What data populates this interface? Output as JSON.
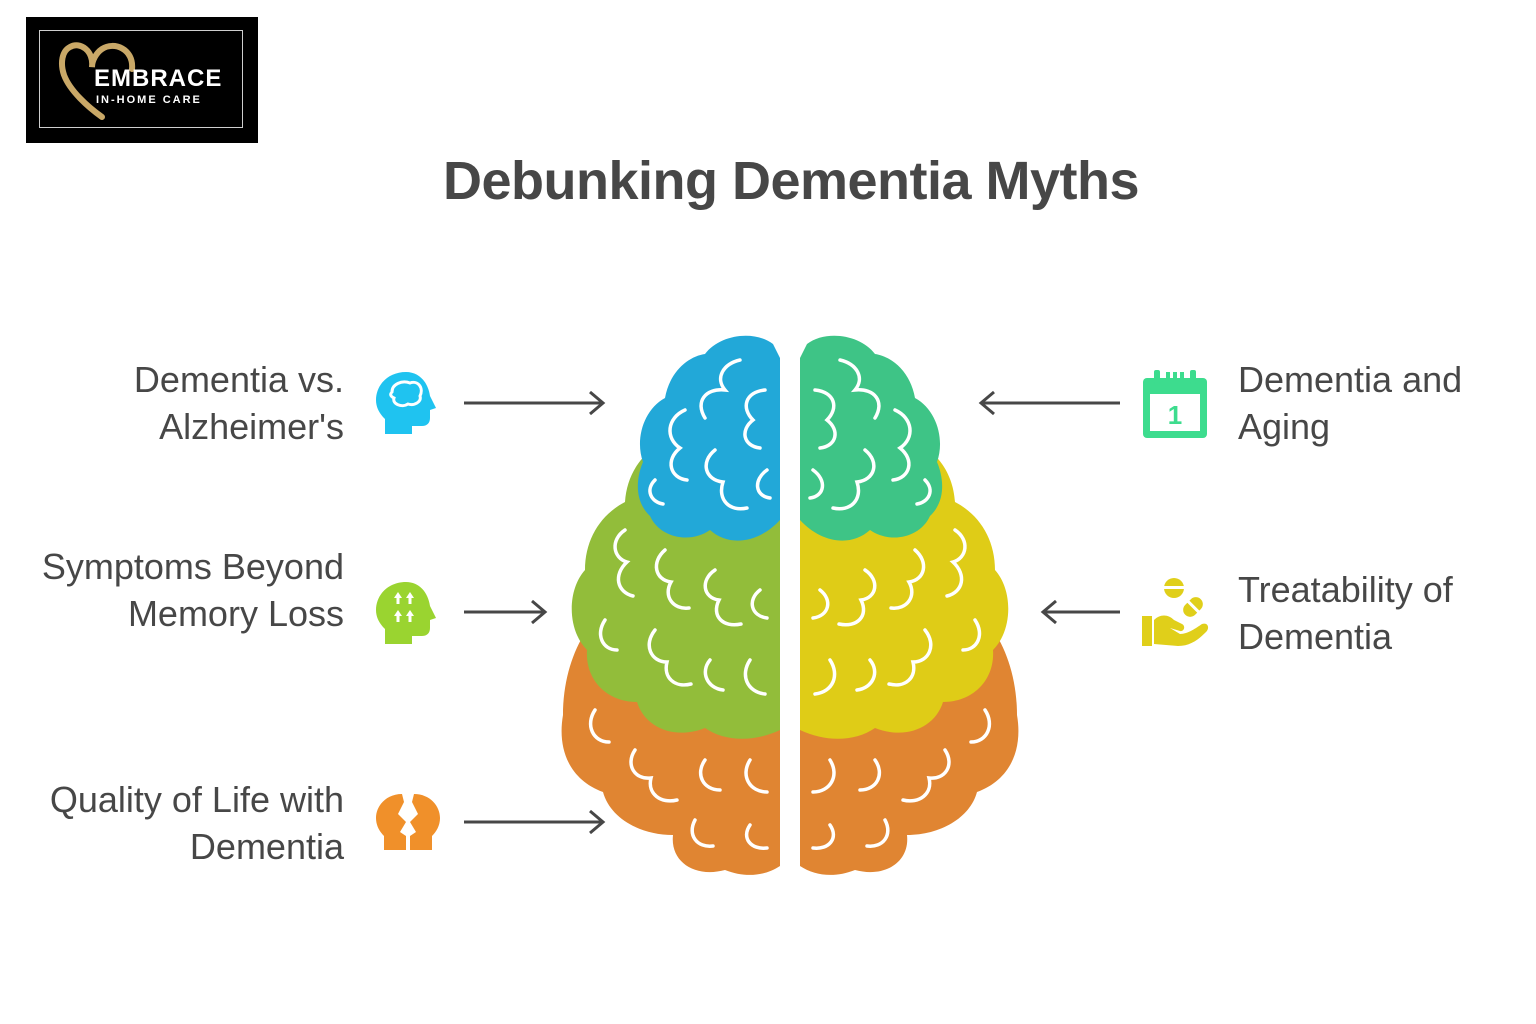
{
  "logo": {
    "name": "EMBRACE",
    "tagline": "IN-HOME CARE",
    "accent_color": "#c9a867"
  },
  "title": "Debunking Dementia Myths",
  "left_items": [
    {
      "label": "Dementia vs. Alzheimer's",
      "icon": "head-brain-icon",
      "color": "#1fc3f0"
    },
    {
      "label": "Symptoms Beyond Memory Loss",
      "icon": "head-arrows-icon",
      "color": "#9ad430"
    },
    {
      "label": "Quality of Life with Dementia",
      "icon": "two-faces-icon",
      "color": "#f0902a"
    }
  ],
  "right_items": [
    {
      "label": "Dementia and Aging",
      "icon": "calendar-icon",
      "color": "#3ddc8e"
    },
    {
      "label": "Treatability of Dementia",
      "icon": "hand-pill-icon",
      "color": "#e0cf1a"
    }
  ],
  "brain_colors": {
    "blue": "#22a8d8",
    "green_light": "#92bd3a",
    "orange": "#e08532",
    "green_teal": "#3ec486",
    "yellow": "#dfcc17"
  },
  "calendar_number": "1"
}
